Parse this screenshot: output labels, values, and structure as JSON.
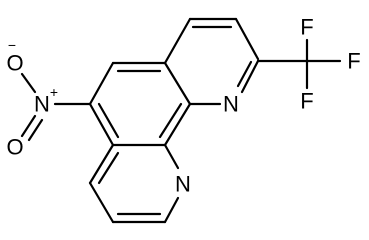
{
  "molecule": {
    "atom_labels": {
      "n_ring_upper": "N",
      "n_ring_lower": "N",
      "f_top": "F",
      "f_right": "F",
      "f_bottom": "F",
      "nitro_n": "N",
      "nitro_o_top": "O",
      "nitro_o_bottom": "O",
      "nitro_n_charge": "+",
      "nitro_o_charge": "−"
    },
    "colors": {
      "bond": "#000000",
      "label": "#000000",
      "background": "#ffffff"
    }
  }
}
